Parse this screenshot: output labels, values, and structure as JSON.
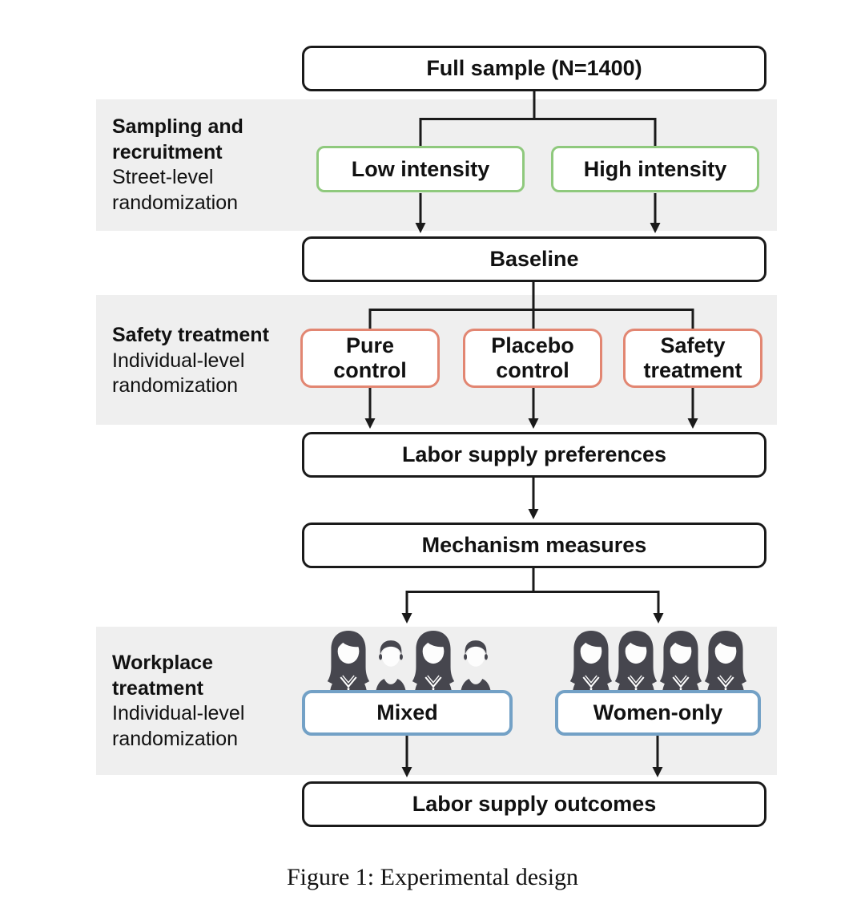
{
  "figure_caption": "Figure 1: Experimental design",
  "colors": {
    "band_bg": "#efefef",
    "box_border_black": "#1a1a1a",
    "green_border": "#8fc97d",
    "red_border": "#e28672",
    "blue_border": "#73a1c6",
    "person_dark": "#46464e",
    "connector": "#1a1a1a"
  },
  "stages": [
    {
      "title_lines": [
        "Sampling and",
        "recruitment"
      ],
      "subtitle_lines": [
        "Street-level",
        "randomization"
      ]
    },
    {
      "title_lines": [
        "Safety treatment"
      ],
      "subtitle_lines": [
        "Individual-level",
        "randomization"
      ]
    },
    {
      "title_lines": [
        "Workplace",
        "treatment"
      ],
      "subtitle_lines": [
        "Individual-level",
        "randomization"
      ]
    }
  ],
  "nodes": {
    "full_sample": {
      "label": "Full sample (N=1400)"
    },
    "low_intensity": {
      "label": "Low intensity"
    },
    "high_intensity": {
      "label": "High intensity"
    },
    "baseline": {
      "label": "Baseline"
    },
    "pure_control": {
      "lines": [
        "Pure",
        "control"
      ]
    },
    "placebo_control": {
      "lines": [
        "Placebo",
        "control"
      ]
    },
    "safety_treatment": {
      "lines": [
        "Safety",
        "treatment"
      ]
    },
    "labor_supply_preferences": {
      "label": "Labor supply preferences"
    },
    "mechanism_measures": {
      "label": "Mechanism measures"
    },
    "mixed": {
      "label": "Mixed"
    },
    "women_only": {
      "label": "Women-only"
    },
    "labor_supply_outcomes": {
      "label": "Labor supply outcomes"
    }
  },
  "groups": {
    "mixed_icons": [
      "woman",
      "man",
      "woman",
      "man"
    ],
    "women_only_icons": [
      "woman",
      "woman",
      "woman",
      "woman"
    ]
  }
}
